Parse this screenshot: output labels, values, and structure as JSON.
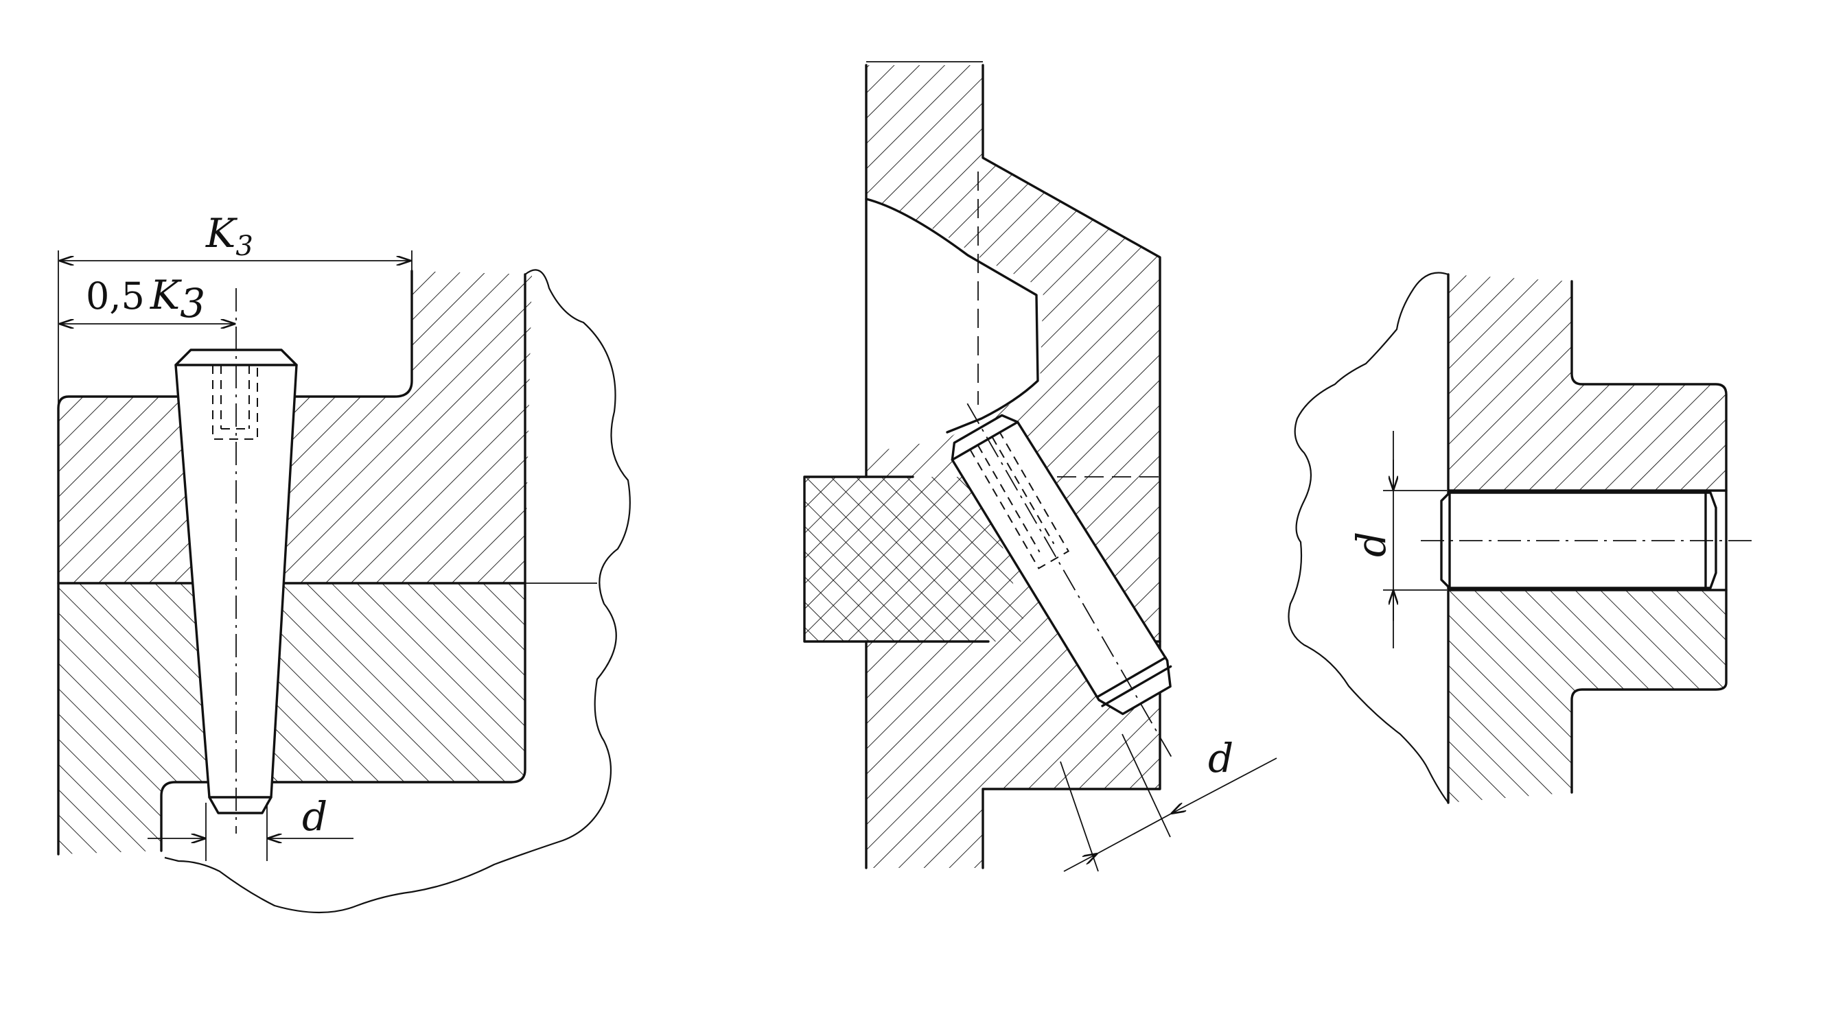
{
  "figure_a": {
    "dim_k3": "K",
    "dim_k3_sub": "3",
    "dim_half_prefix": "0,5",
    "dim_half_k": "K",
    "dim_half_sub": "3",
    "dim_d": "d"
  },
  "figure_b": {
    "dim_d": "d"
  },
  "figure_c": {
    "dim_d": "d"
  }
}
